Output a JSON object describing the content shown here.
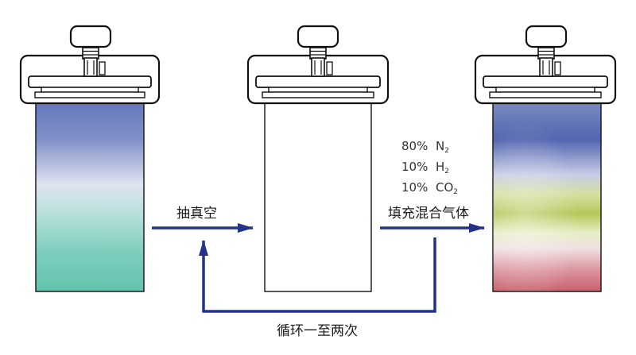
{
  "steps": {
    "evacuate_label": "抽真空",
    "fill_label": "填充混合气体",
    "cycle_label": "循环一至两次"
  },
  "gas_mix": [
    {
      "percent": "80%",
      "species": "N",
      "subscript": "2"
    },
    {
      "percent": "10%",
      "species": "H",
      "subscript": "2"
    },
    {
      "percent": "10%",
      "species": "CO",
      "subscript": "2"
    }
  ],
  "colors": {
    "arrow": "#24338a",
    "outline": "#111111",
    "jar1_top": "#5f73bb",
    "jar1_mid": "#dde1ef",
    "jar1_bottom": "#67c7b2",
    "jar3_top": "#5569b2",
    "jar3_mid": "#b8cc5e",
    "jar3_bottom": "#d06e7c"
  },
  "icons": [
    "knob-icon",
    "clamp-frame-icon"
  ]
}
